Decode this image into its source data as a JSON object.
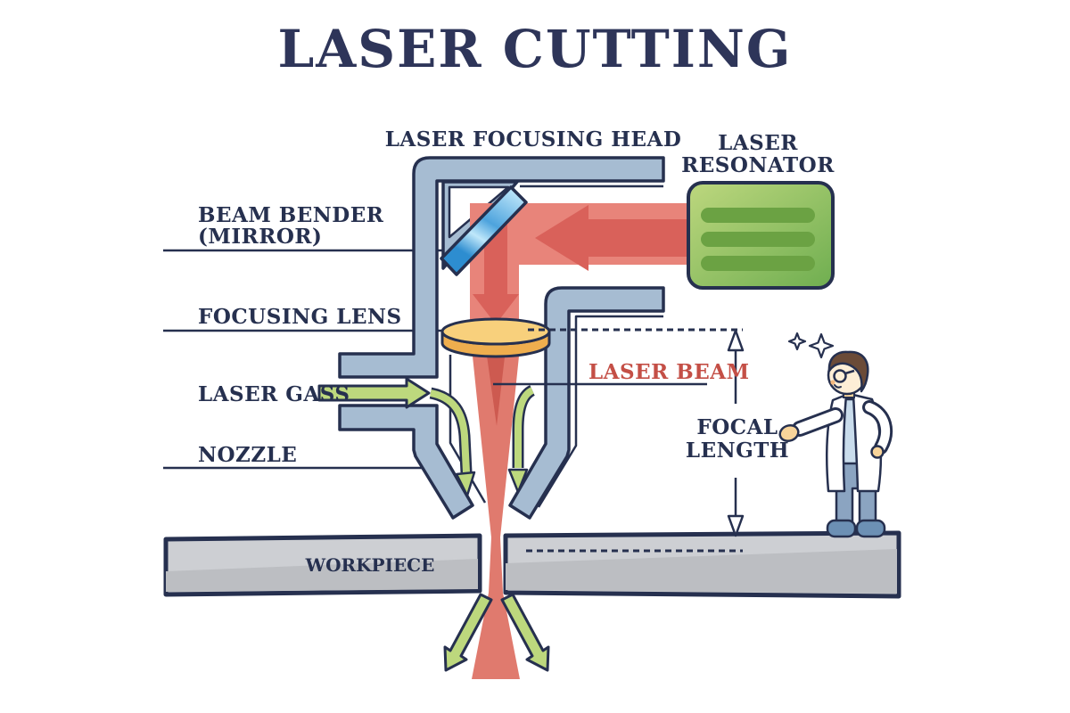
{
  "title": "LASER CUTTING",
  "labels": {
    "focusing_head": "LASER FOCUSING HEAD",
    "resonator_line1": "LASER",
    "resonator_line2": "RESONATOR",
    "beam_bender_line1": "BEAM BENDER",
    "beam_bender_line2": "(MIRROR)",
    "focusing_lens": "FOCUSING LENS",
    "laser_gass": "LASER GASS",
    "nozzle": "NOZZLE",
    "laser_beam": "LASER BEAM",
    "focal_length_line1": "FOCAL",
    "focal_length_line2": "LENGTH",
    "workpiece": "WORKPIECE"
  },
  "colors": {
    "ink": "#26304f",
    "title_navy": "#2e3559",
    "pipe_blue": "#a6bcd2",
    "beam_light": "#e8847a",
    "beam_dark": "#d9615a",
    "cone_red": "#e07a6e",
    "cone_dark": "#cd5a50",
    "gas_green": "#bdd87d",
    "resonator_green_light": "#b6d278",
    "resonator_green_dark": "#76b254",
    "resonator_bar_green": "#6ba243",
    "lens_yellow_top": "#f8d07c",
    "lens_yellow_body": "#efae4e",
    "mirror_blue_dark": "#2d8dd0",
    "mirror_blue_light": "#c7eafb",
    "workpiece_gray": "#cdcfd3",
    "workpiece_gray_dark": "#bcbec2",
    "laser_beam_text_red": "#c44f46",
    "skin": "#f8d49a",
    "coat_white": "#ffffff",
    "shirt_blue": "#c9dcec",
    "pants_blue": "#8ba4c1",
    "shoe_blue": "#6c90b4",
    "hair_brown": "#6b4b38"
  }
}
